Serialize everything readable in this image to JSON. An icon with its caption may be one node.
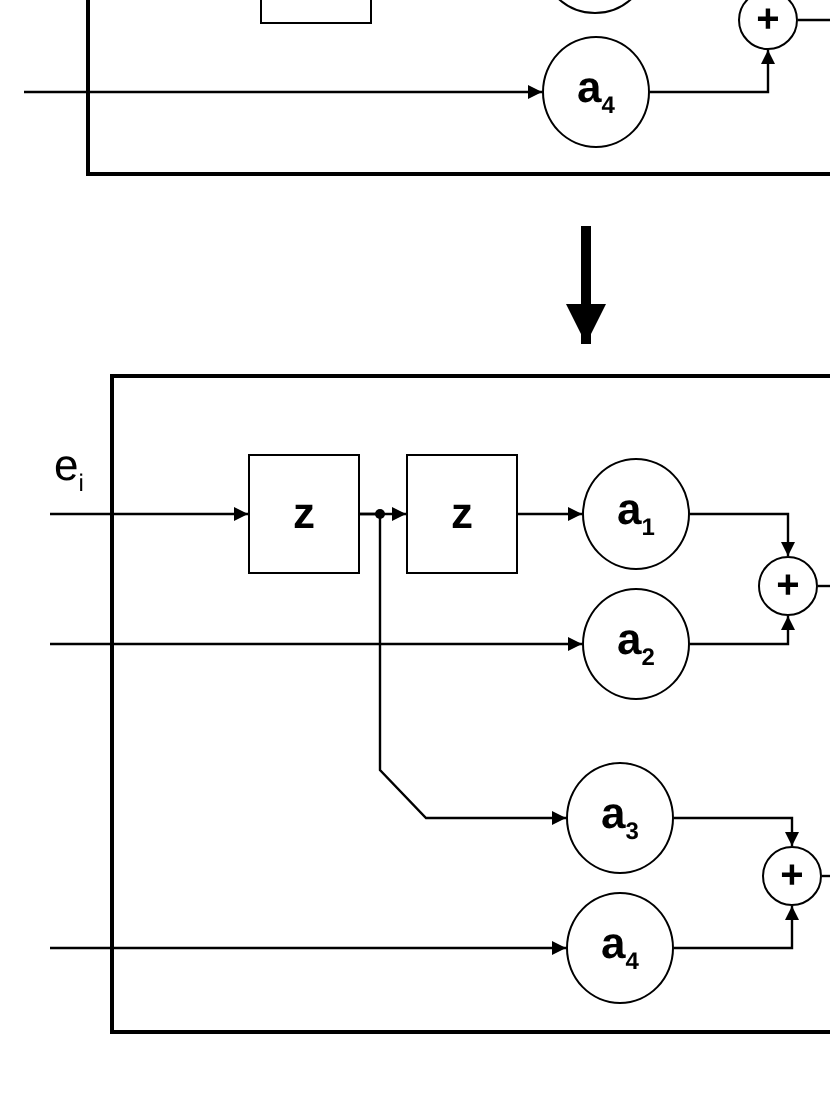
{
  "diagram": {
    "nodes": [
      {
        "text": [],
        "shape": "box"
      },
      {
        "text": [],
        "shape": "box",
        "in": 0
      },
      {
        "text": [],
        "shape": "circle",
        "in": 0
      },
      {
        "text": [
          "+"
        ],
        "in": 0
      },
      {
        "text": [
          "a$_{4}$"
        ],
        "in": 0
      },
      {
        "text": [],
        "shape": "box"
      },
      {
        "text": [
          "z"
        ],
        "in": 5
      },
      {
        "text": [
          "z"
        ],
        "in": 5
      },
      {
        "text": [
          "a$_{1}$"
        ],
        "in": 5
      },
      {
        "text": [
          "a$_{2}$"
        ],
        "in": 5
      },
      {
        "text": [
          "a$_{3}$"
        ],
        "in": 5
      },
      {
        "text": [
          "a$_{4}$"
        ],
        "in": 5
      },
      {
        "text": [
          "+"
        ],
        "in": 5
      },
      {
        "text": [
          "+"
        ],
        "in": 5
      }
    ],
    "edges": [
      {
        "from": null,
        "to": 4,
        "arrow": "to"
      },
      {
        "from": 4,
        "to": 3,
        "arrow": "to"
      },
      {
        "from": 3,
        "to": null,
        "arrow": "none"
      },
      {
        "from": 0,
        "to": 5,
        "arrow": "to",
        "style": "thick"
      },
      {
        "from": null,
        "to": 6,
        "arrow": "to"
      },
      {
        "from": 6,
        "to": 7,
        "arrow": "to"
      },
      {
        "from": 6,
        "to": 10,
        "arrow": "to"
      },
      {
        "from": 7,
        "to": 8,
        "arrow": "to"
      },
      {
        "from": null,
        "to": 9,
        "arrow": "to"
      },
      {
        "from": null,
        "to": 11,
        "arrow": "to"
      },
      {
        "from": 8,
        "to": 12,
        "arrow": "to"
      },
      {
        "from": 9,
        "to": 12,
        "arrow": "to"
      },
      {
        "from": 10,
        "to": 13,
        "arrow": "to"
      },
      {
        "from": 11,
        "to": 13,
        "arrow": "to"
      },
      {
        "from": 12,
        "to": null,
        "arrow": "none"
      },
      {
        "from": 13,
        "to": null,
        "arrow": "none"
      }
    ],
    "labels": [
      "e$_{i}$"
    ]
  }
}
